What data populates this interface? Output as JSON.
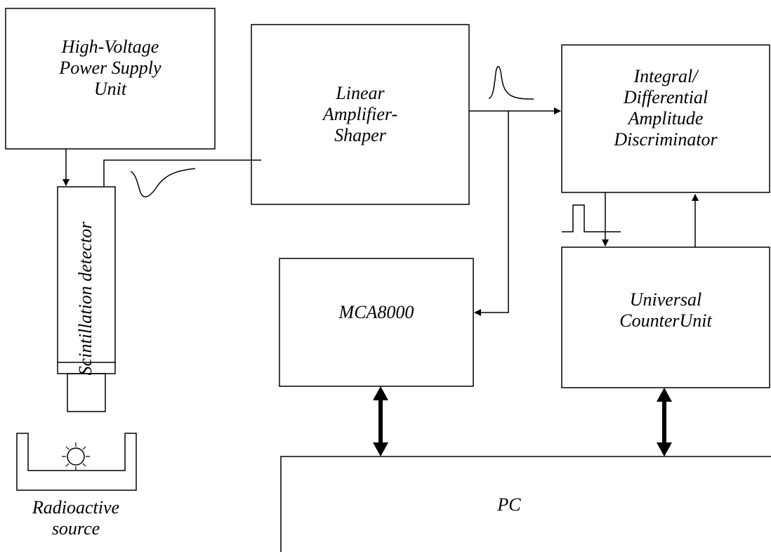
{
  "blocks": {
    "hv_supply": [
      "High-Voltage",
      "Power Supply",
      "Unit"
    ],
    "amplifier": [
      "Linear",
      "Amplifier-",
      "Shaper"
    ],
    "discriminator": [
      "Integral/",
      "Differential",
      "Amplitude",
      "Discriminator"
    ],
    "mca": [
      "MCA8000"
    ],
    "counter": [
      "Universal",
      "CounterUnit"
    ],
    "pc": [
      "PC"
    ],
    "detector": "Scintillation detector",
    "source": [
      "Radioactive",
      "source"
    ]
  }
}
